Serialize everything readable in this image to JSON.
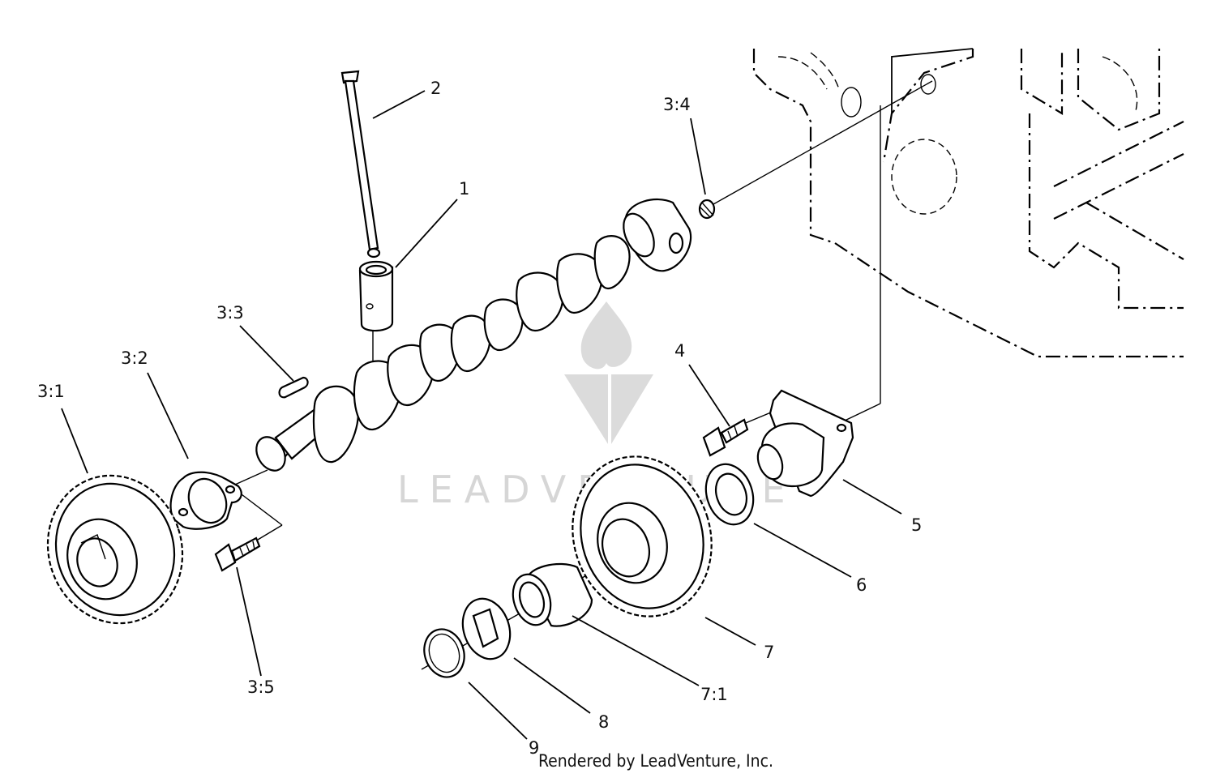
{
  "watermark": {
    "text": "LEADVENTURE",
    "logo_icon": "leadventure-flame-v-logo"
  },
  "footer": {
    "text": "Rendered by LeadVenture, Inc."
  },
  "callouts": [
    {
      "id": "c-2",
      "label": "2"
    },
    {
      "id": "c-1",
      "label": "1"
    },
    {
      "id": "c-3-4",
      "label": "3:4"
    },
    {
      "id": "c-3-3",
      "label": "3:3"
    },
    {
      "id": "c-3-2",
      "label": "3:2"
    },
    {
      "id": "c-3-1",
      "label": "3:1"
    },
    {
      "id": "c-4",
      "label": "4"
    },
    {
      "id": "c-5",
      "label": "5"
    },
    {
      "id": "c-6",
      "label": "6"
    },
    {
      "id": "c-7",
      "label": "7"
    },
    {
      "id": "c-7-1",
      "label": "7:1"
    },
    {
      "id": "c-8",
      "label": "8"
    },
    {
      "id": "c-9",
      "label": "9"
    },
    {
      "id": "c-3-5",
      "label": "3:5"
    }
  ]
}
